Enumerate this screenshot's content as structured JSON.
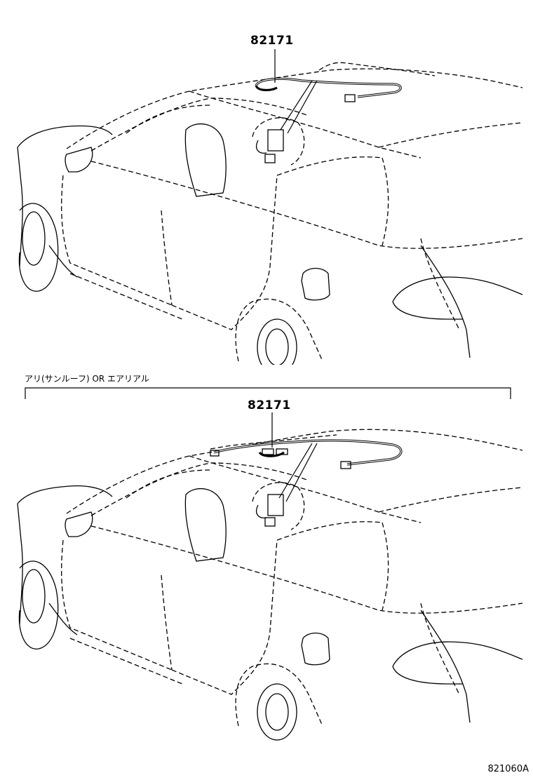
{
  "diagram": {
    "part_callout_top": "82171",
    "part_callout_bottom": "82171",
    "variant_label": "アリ(サンルーフ) OR エアリアル",
    "diagram_code": "821060A"
  }
}
